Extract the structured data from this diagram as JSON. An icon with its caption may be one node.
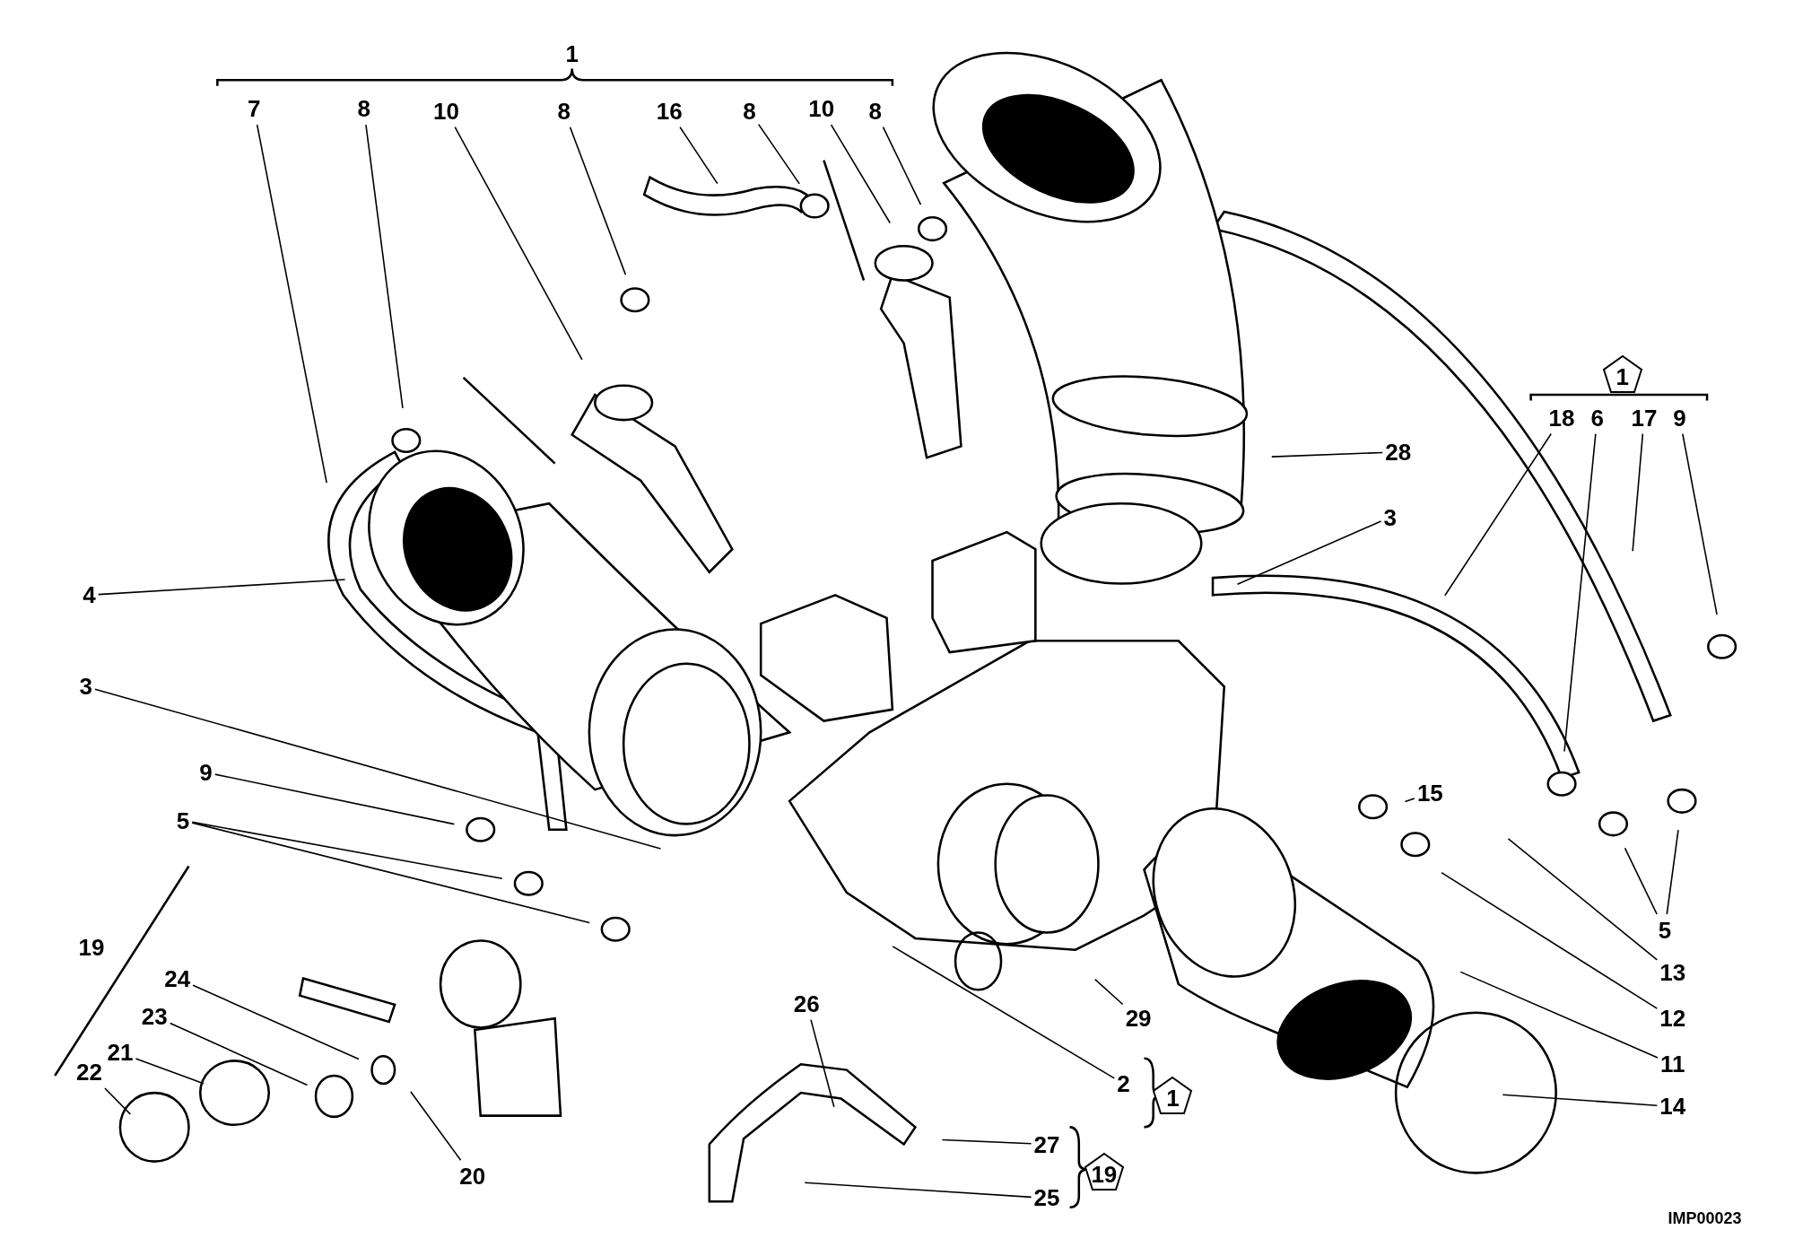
{
  "diagram": {
    "nodes": [
      {
        "text": [
          "7"
        ]
      },
      {
        "text": [
          "8"
        ]
      },
      {
        "text": [
          "10"
        ]
      },
      {
        "text": [
          "8"
        ]
      },
      {
        "text": [
          "16"
        ]
      },
      {
        "text": [
          "8"
        ]
      },
      {
        "text": [
          "10"
        ]
      },
      {
        "text": [
          "8"
        ]
      },
      {
        "text": [
          "1"
        ]
      },
      {
        "text": [
          "18"
        ]
      },
      {
        "text": [
          "6"
        ]
      },
      {
        "text": [
          "17"
        ]
      },
      {
        "text": [
          "9"
        ]
      },
      {
        "text": [
          "28"
        ]
      },
      {
        "text": [
          "3"
        ]
      },
      {
        "text": [
          "4"
        ]
      },
      {
        "text": [
          "3"
        ]
      },
      {
        "text": [
          "9"
        ]
      },
      {
        "text": [
          "5"
        ]
      },
      {
        "text": [
          "15"
        ]
      },
      {
        "text": [
          "24"
        ]
      },
      {
        "text": [
          "23"
        ]
      },
      {
        "text": [
          "21"
        ]
      },
      {
        "text": [
          "26"
        ]
      },
      {
        "text": [
          "29"
        ]
      },
      {
        "text": [
          "5"
        ]
      },
      {
        "text": [
          "13"
        ]
      },
      {
        "text": [
          "12"
        ]
      },
      {
        "text": [
          "22"
        ]
      },
      {
        "text": [
          "11"
        ]
      },
      {
        "text": [
          "2"
        ]
      },
      {
        "text": [
          "1"
        ]
      },
      {
        "text": [
          "14"
        ]
      },
      {
        "text": [
          "27"
        ]
      },
      {
        "text": [
          "19"
        ]
      },
      {
        "text": [
          "20"
        ]
      },
      {
        "text": [
          "25"
        ]
      }
    ],
    "edges": [
      {
        "from": 0,
        "to": null,
        "arrow": "none"
      },
      {
        "from": 1,
        "to": null,
        "arrow": "none"
      },
      {
        "from": 2,
        "to": null,
        "arrow": "none"
      },
      {
        "from": 3,
        "to": null,
        "arrow": "none"
      },
      {
        "from": 4,
        "to": null,
        "arrow": "none"
      },
      {
        "from": 5,
        "to": null,
        "arrow": "none"
      },
      {
        "from": 6,
        "to": null,
        "arrow": "none"
      },
      {
        "from": 7,
        "to": null,
        "arrow": "none"
      },
      {
        "from": 9,
        "to": null,
        "arrow": "none"
      },
      {
        "from": 10,
        "to": null,
        "arrow": "none"
      },
      {
        "from": 11,
        "to": null,
        "arrow": "none"
      },
      {
        "from": 12,
        "to": null,
        "arrow": "none"
      },
      {
        "from": 13,
        "to": null,
        "arrow": "none"
      },
      {
        "from": 14,
        "to": null,
        "arrow": "none"
      },
      {
        "from": 15,
        "to": null,
        "arrow": "none"
      },
      {
        "from": 16,
        "to": null,
        "arrow": "none"
      },
      {
        "from": 17,
        "to": null,
        "arrow": "none"
      },
      {
        "from": 18,
        "to": null,
        "arrow": "none"
      },
      {
        "from": 18,
        "to": null,
        "arrow": "none"
      },
      {
        "from": 19,
        "to": null,
        "arrow": "none"
      },
      {
        "from": 20,
        "to": null,
        "arrow": "none"
      },
      {
        "from": 21,
        "to": null,
        "arrow": "none"
      },
      {
        "from": 22,
        "to": null,
        "arrow": "none"
      },
      {
        "from": 23,
        "to": null,
        "arrow": "none"
      },
      {
        "from": 24,
        "to": null,
        "arrow": "none"
      },
      {
        "from": 25,
        "to": null,
        "arrow": "none"
      },
      {
        "from": 25,
        "to": null,
        "arrow": "none"
      },
      {
        "from": 26,
        "to": null,
        "arrow": "none"
      },
      {
        "from": 27,
        "to": null,
        "arrow": "none"
      },
      {
        "from": 28,
        "to": null,
        "arrow": "none"
      },
      {
        "from": 29,
        "to": null,
        "arrow": "none"
      },
      {
        "from": 30,
        "to": null,
        "arrow": "none"
      },
      {
        "from": 32,
        "to": null,
        "arrow": "none"
      },
      {
        "from": 33,
        "to": null,
        "arrow": "none"
      },
      {
        "from": 35,
        "to": null,
        "arrow": "none"
      },
      {
        "from": 36,
        "to": null,
        "arrow": "none"
      }
    ],
    "labels": [
      "1",
      "19",
      "IMP00023"
    ]
  }
}
